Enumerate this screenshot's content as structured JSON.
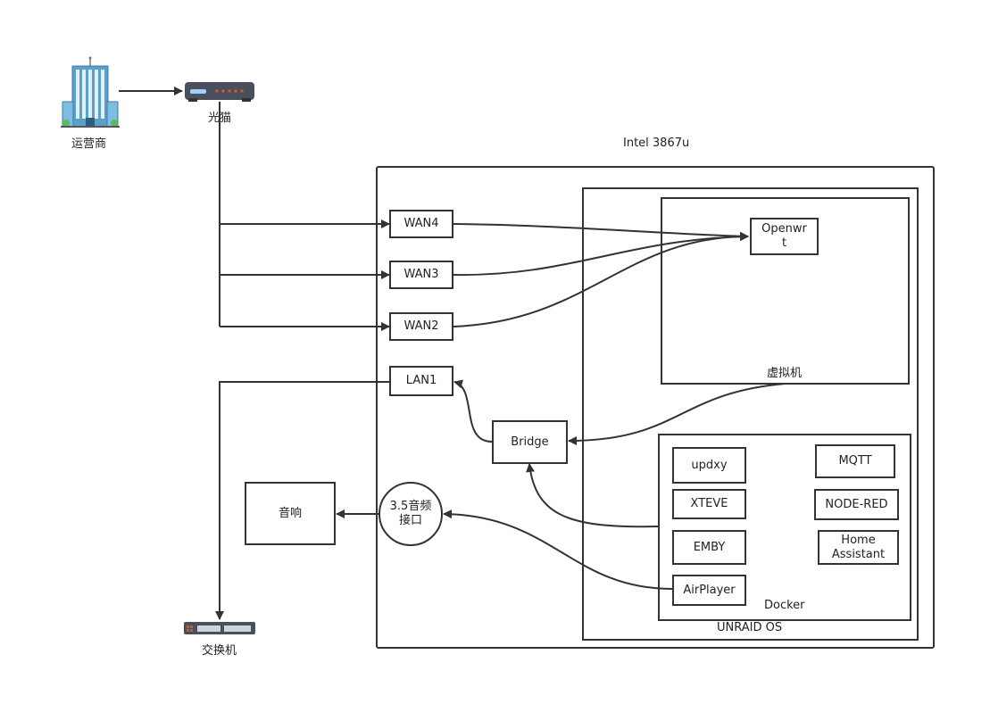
{
  "labels": {
    "carrier": "运营商",
    "modem": "光猫",
    "switch": "交换机",
    "host": "Intel 3867u",
    "unraid": "UNRAID OS",
    "vm": "虚拟机",
    "docker": "Docker",
    "speaker": "音响",
    "audio_jack": "3.5音频\n接口",
    "bridge": "Bridge",
    "openwrt": "Openwr\nt"
  },
  "ports": [
    "WAN4",
    "WAN3",
    "WAN2",
    "LAN1"
  ],
  "docker_apps": [
    "updxy",
    "MQTT",
    "XTEVE",
    "NODE-RED",
    "EMBY",
    "Home\nAssistant",
    "AirPlayer"
  ],
  "colors": {
    "stroke": "#333333",
    "background": "#ffffff"
  },
  "icons": [
    "building-icon",
    "modem-icon",
    "switch-icon"
  ]
}
